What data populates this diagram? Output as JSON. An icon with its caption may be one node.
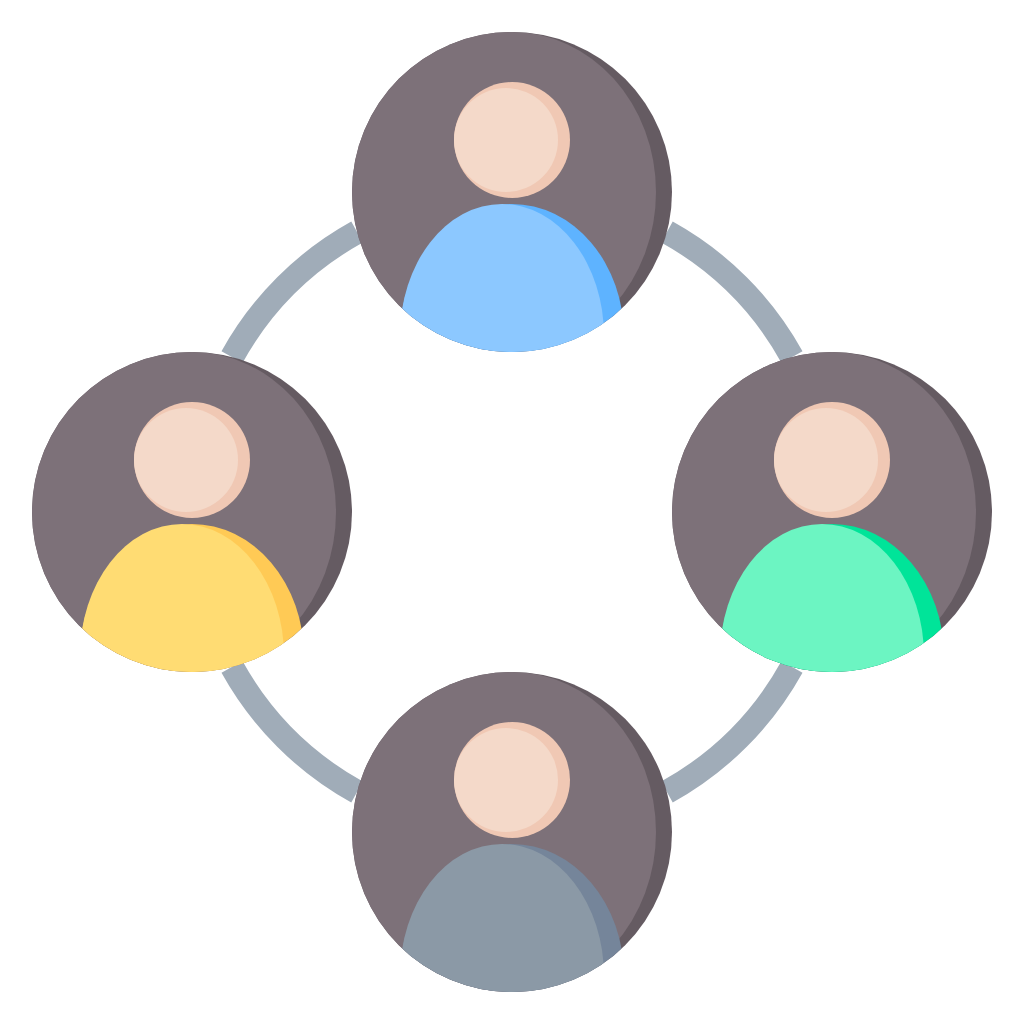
{
  "diagram": {
    "nodes": [
      {
        "text": [],
        "shape": "person"
      },
      {
        "text": [],
        "shape": "person"
      },
      {
        "text": [],
        "shape": "person"
      },
      {
        "text": [],
        "shape": "person"
      }
    ],
    "edges": [
      {
        "from": 0,
        "to": 2,
        "arrow": "none"
      },
      {
        "from": 2,
        "to": 3,
        "arrow": "none"
      },
      {
        "from": 3,
        "to": 1,
        "arrow": "none"
      },
      {
        "from": 1,
        "to": 0,
        "arrow": "none"
      }
    ]
  }
}
